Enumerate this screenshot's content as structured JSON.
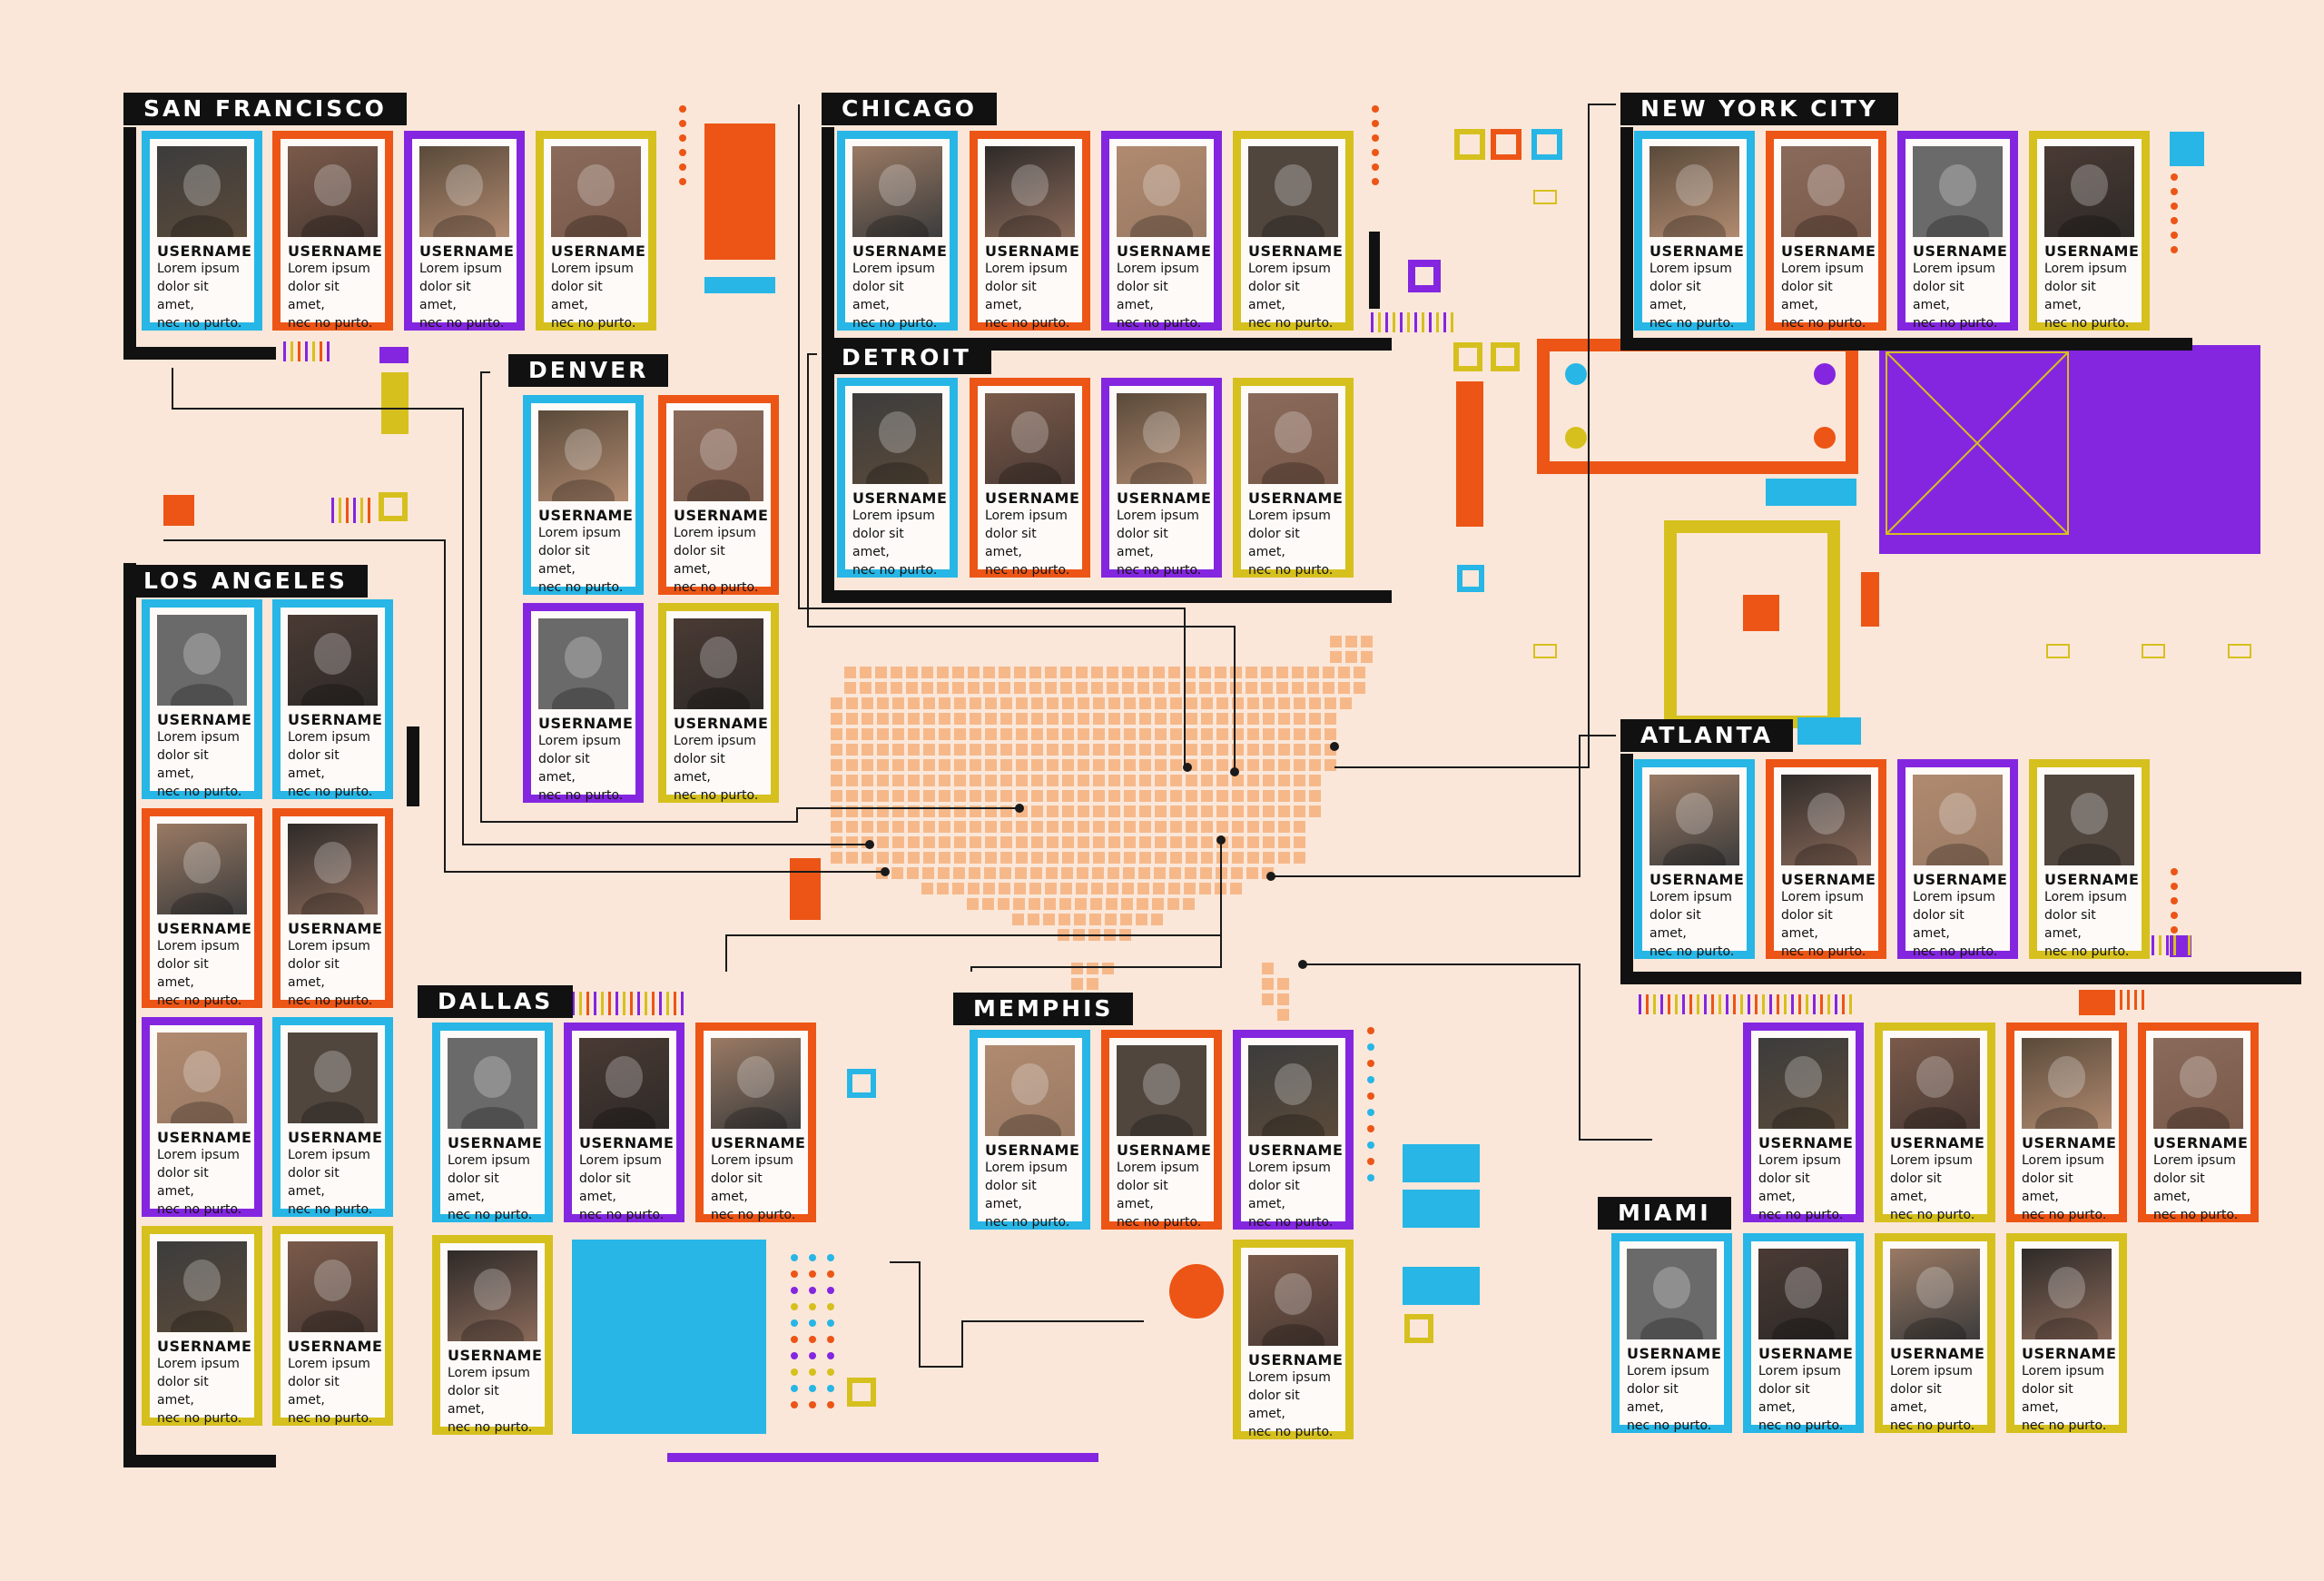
{
  "colors": {
    "background": "#fbe7d9",
    "blue": "#27b6e6",
    "orange": "#ec5516",
    "purple": "#8426e0",
    "yellow": "#d6c01e",
    "black": "#111111",
    "map_tile": "#f6b889"
  },
  "card_text": {
    "username": "USERNAME",
    "description": "Lorem ipsum\ndolor sit amet,\nnec no purto."
  },
  "cities": [
    {
      "name": "SAN FRANCISCO"
    },
    {
      "name": "LOS ANGELES"
    },
    {
      "name": "DENVER"
    },
    {
      "name": "CHICAGO"
    },
    {
      "name": "DETROIT"
    },
    {
      "name": "DALLAS"
    },
    {
      "name": "MEMPHIS"
    },
    {
      "name": "NEW YORK CITY"
    },
    {
      "name": "ATLANTA"
    },
    {
      "name": "MIAMI"
    }
  ]
}
